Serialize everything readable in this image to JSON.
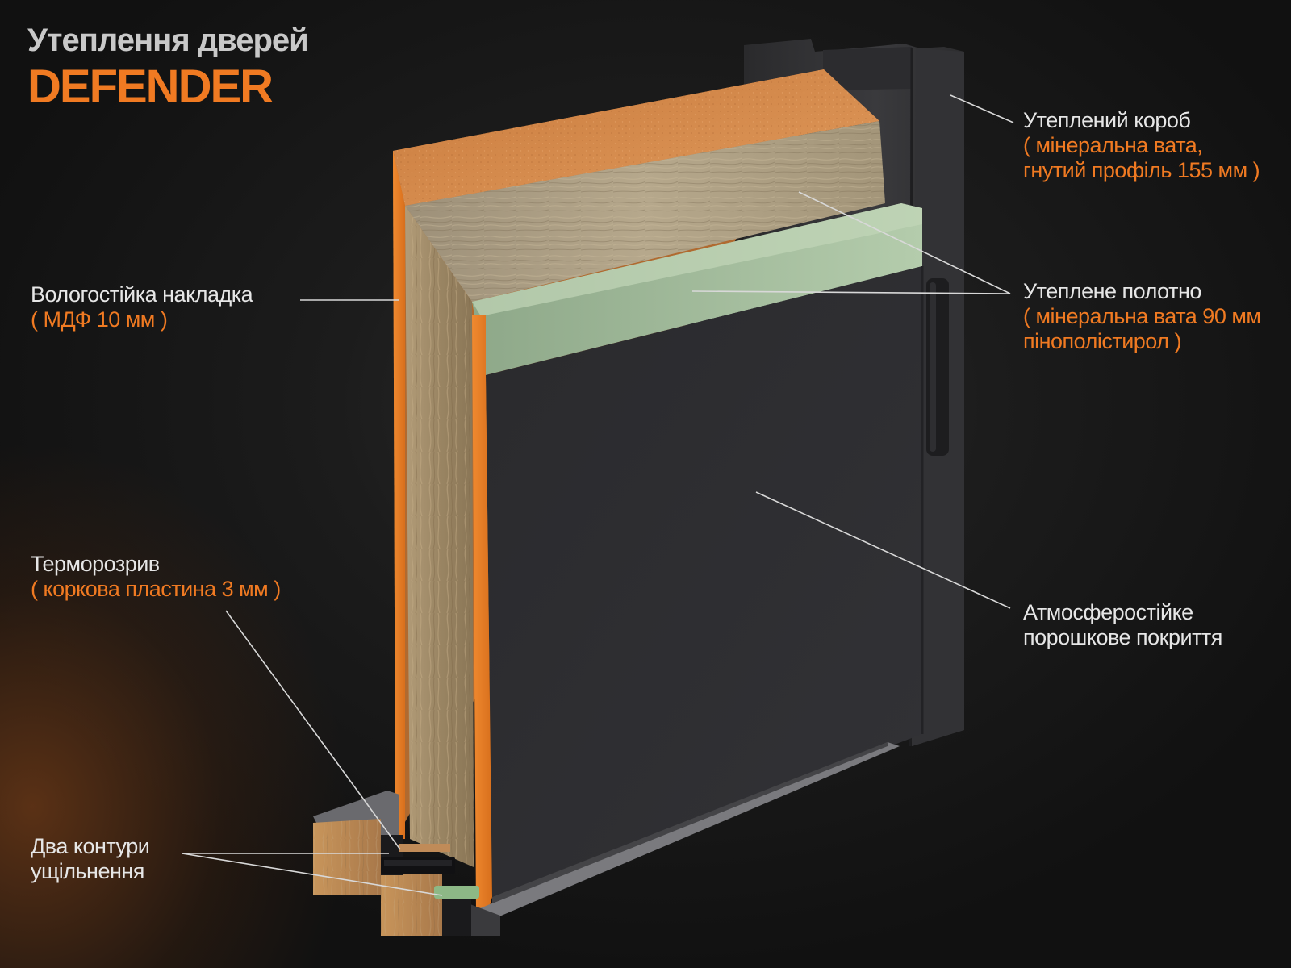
{
  "title": {
    "line1": "Утеплення дверей",
    "line2": "DEFENDER"
  },
  "labels": {
    "frame": {
      "main": "Утеплений короб",
      "sub1": "( мінеральна вата,",
      "sub2": "гнутий профіль 155 мм )"
    },
    "overlay": {
      "main": "Вологостійка накладка",
      "sub1": "( МДФ 10 мм )"
    },
    "leaf": {
      "main": "Утеплене полотно",
      "sub1": "( мінеральна вата 90 мм",
      "sub2": "пінополістирол )"
    },
    "thermal_break": {
      "main": "Терморозрив",
      "sub1": "( коркова пластина 3 мм )"
    },
    "coating": {
      "main1": "Атмосферостійке",
      "main2": "порошкове покриття"
    },
    "seals": {
      "main1": "Два контури",
      "main2": "ущільнення"
    }
  },
  "colors": {
    "accent": "#f07a22",
    "text": "#e6e6e6",
    "title_gray": "#c8c8c8",
    "mdf": "#d7884a",
    "mdf_edge": "#e8862f",
    "wool": "#a89a80",
    "foam": "#a7bfa1",
    "steel": "#2b2b2e",
    "frame": "#363638",
    "leader_line": "#d8d8d8"
  }
}
